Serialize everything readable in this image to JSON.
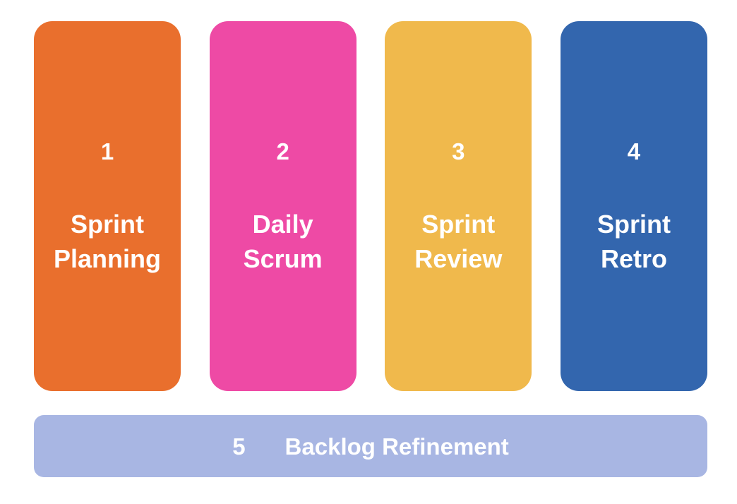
{
  "diagram": {
    "type": "scrum-events-process",
    "background_color": "#ffffff",
    "phases": [
      {
        "number": "1",
        "label": "Sprint\nPlanning",
        "color": "#E96F2D",
        "name": "sprint-planning"
      },
      {
        "number": "2",
        "label": "Daily\nScrum",
        "color": "#EE4AA5",
        "name": "daily-scrum"
      },
      {
        "number": "3",
        "label": "Sprint\nReview",
        "color": "#F0B94C",
        "name": "sprint-review"
      },
      {
        "number": "4",
        "label": "Sprint\nRetro",
        "color": "#3366AE",
        "name": "sprint-retro"
      }
    ],
    "footer_bar": {
      "number": "5",
      "label": "Backlog Refinement",
      "color": "#A8B6E3",
      "text_color": "#ffffff",
      "name": "backlog-refinement"
    }
  }
}
